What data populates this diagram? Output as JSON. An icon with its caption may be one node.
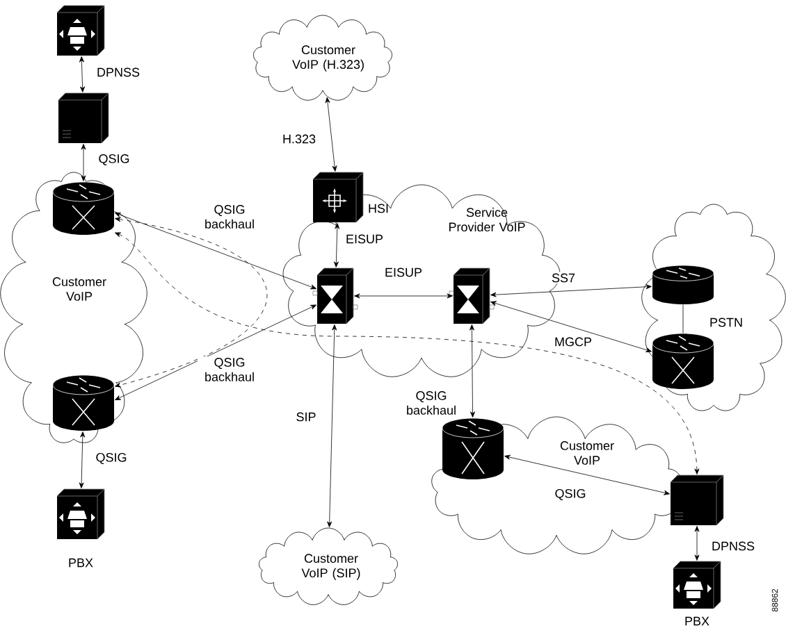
{
  "diagram": {
    "nodes": [
      {
        "text": [
          "Customer VoIP (H.323)"
        ]
      },
      {
        "text": [
          "Customer VoIP"
        ]
      },
      {
        "text": [
          "Service Provider VoIP"
        ]
      },
      {
        "text": [
          "PSTN"
        ]
      },
      {
        "text": [
          "Customer VoIP"
        ]
      },
      {
        "text": [
          "Customer VoIP (SIP)"
        ]
      },
      {
        "text": [],
        "shape": "box"
      },
      {
        "text": [],
        "shape": "box"
      },
      {
        "text": [],
        "shape": "cylinder",
        "in": 1
      },
      {
        "text": [],
        "shape": "cylinder",
        "in": 1
      },
      {
        "text": [],
        "shape": "box",
        "beside": [
          "PBX"
        ]
      },
      {
        "text": [],
        "shape": "box",
        "beside": [
          "HSI"
        ]
      },
      {
        "text": [],
        "shape": "box",
        "in": 2
      },
      {
        "text": [],
        "shape": "box",
        "in": 2
      },
      {
        "text": [],
        "shape": "cylinder",
        "in": 3
      },
      {
        "text": [],
        "shape": "cylinder",
        "in": 3
      },
      {
        "text": [],
        "shape": "cylinder",
        "in": 4
      },
      {
        "text": [],
        "shape": "box"
      },
      {
        "text": [],
        "shape": "box",
        "beside": [
          "PBX"
        ]
      }
    ],
    "edges": [
      {
        "from": 6,
        "to": 7,
        "arrow": "both",
        "label": "DPNSS"
      },
      {
        "from": 7,
        "to": 8,
        "arrow": "both",
        "label": "QSIG"
      },
      {
        "from": 12,
        "to": 8,
        "arrow": "both",
        "label": "QSIG backhaul"
      },
      {
        "from": 12,
        "to": 9,
        "arrow": "both",
        "label": "QSIG backhaul"
      },
      {
        "from": 8,
        "to": 9,
        "arrow": "both",
        "style": "dashed"
      },
      {
        "from": 8,
        "to": 17,
        "arrow": "both",
        "style": "dashed"
      },
      {
        "from": 11,
        "to": 0,
        "arrow": "both",
        "label": "H.323"
      },
      {
        "from": 11,
        "to": 12,
        "arrow": "both",
        "label": "EISUP"
      },
      {
        "from": 12,
        "to": 13,
        "arrow": "both",
        "label": "EISUP"
      },
      {
        "from": 13,
        "to": 14,
        "arrow": "both",
        "label": "SS7"
      },
      {
        "from": 13,
        "to": 15,
        "arrow": "both",
        "label": "MGCP"
      },
      {
        "from": 14,
        "to": 15,
        "arrow": "none"
      },
      {
        "from": 13,
        "to": 16,
        "arrow": "both",
        "label": "QSIG backhaul"
      },
      {
        "from": 12,
        "to": 5,
        "arrow": "both",
        "label": "SIP"
      },
      {
        "from": 16,
        "to": 17,
        "arrow": "both",
        "label": "QSIG"
      },
      {
        "from": 17,
        "to": 18,
        "arrow": "both",
        "label": "DPNSS"
      },
      {
        "from": 9,
        "to": 10,
        "arrow": "both",
        "label": "QSIG"
      }
    ],
    "labels": [
      "88862"
    ]
  }
}
